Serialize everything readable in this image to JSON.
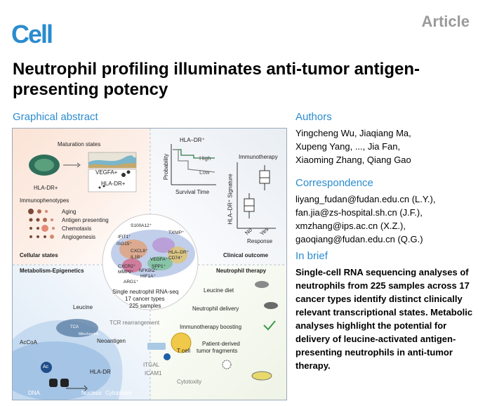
{
  "header": {
    "logo": "Cell",
    "article_type": "Article"
  },
  "title": "Neutrophil profiling illuminates anti-tumor antigen-presenting potency",
  "graphical_abstract": {
    "heading": "Graphical abstract",
    "cellular_states": {
      "maturation": "Maturation states",
      "hla_dr_plus": "HLA-DR+",
      "vegfa_plus": "VEGFA+",
      "hla_dr_plus2": "HLA-DR+",
      "immunophenotypes": "Immunophenotypes",
      "legend": [
        "Aging",
        "Antigen presenting",
        "Chemotaxis",
        "Angiogenesis"
      ],
      "label": "Cellular states"
    },
    "clinical": {
      "hla_dr": "HLA–DR⁺",
      "high": "High",
      "low": "Low",
      "ylabel": "Probability",
      "xlabel": "Survival Time",
      "immunotherapy": "Immunotherapy",
      "signature": "HLA–DR⁺ Signature",
      "no": "No",
      "yes": "Yes",
      "response": "Response",
      "label": "Clinical outcome"
    },
    "center": {
      "genes": [
        "S100A12⁺",
        "TXNIP⁺",
        "IFIT1⁺",
        "ISG15⁺",
        "CXCL8⁺",
        "IL1B⁺",
        "HLA–DR⁺",
        "CD74⁺",
        "VEGFA⁺",
        "SPP1⁺",
        "CXCR2⁺",
        "MMP9⁺",
        "NFKBIZ⁺",
        "HIF1A⁺",
        "ARG1⁺"
      ],
      "line1": "Single neutrophil RNA-seq",
      "line2": "17 cancer types",
      "line3": "225 samples"
    },
    "metabolism": {
      "label": "Metabolism-Epigenetics",
      "leucine": "Leucine",
      "tca": "TCA",
      "mito": "Mitochondria",
      "acoa": "AcCoA",
      "ac": "Ac",
      "hla_dr": "HLA-DR",
      "tcr": "TCR rearrangement",
      "neoantigen": "Neoantigen",
      "tcell": "T cell",
      "itgal": "ITGAL",
      "icam1": "ICAM1",
      "cytotoxity": "Cytotoxity",
      "dna": "DNA",
      "nucleus": "Nucleus",
      "cytoplasm": "Cytoplasm"
    },
    "therapy": {
      "label": "Neutrophil therapy",
      "leucine_diet": "Leucine diet",
      "delivery": "Neutrophil delivery",
      "boosting": "Immunotherapy boosting",
      "patient1": "Patient-derived",
      "patient2": "tumor fragments"
    }
  },
  "authors": {
    "heading": "Authors",
    "lines": [
      "Yingcheng Wu, Jiaqiang Ma,",
      "Xupeng Yang, ..., Jia Fan,",
      "Xiaoming Zhang, Qiang Gao"
    ]
  },
  "correspondence": {
    "heading": "Correspondence",
    "lines": [
      "liyang_fudan@fudan.edu.cn (L.Y.),",
      "fan.jia@zs-hospital.sh.cn (J.F.),",
      "xmzhang@ips.ac.cn (X.Z.),",
      "gaoqiang@fudan.edu.cn (Q.G.)"
    ]
  },
  "in_brief": {
    "heading": "In brief",
    "lines": [
      "Single-cell RNA sequencing analyses of",
      "neutrophils from 225 samples across 17",
      "cancer types identify distinct clinically",
      "relevant transcriptional states. Metabolic",
      "analyses highlight the potential for",
      "delivery of leucine-activated antigen-",
      "presenting neutrophils in anti-tumor",
      "therapy."
    ]
  },
  "colors": {
    "brand": "#2b8ccf",
    "grey": "#9a9a9a"
  }
}
